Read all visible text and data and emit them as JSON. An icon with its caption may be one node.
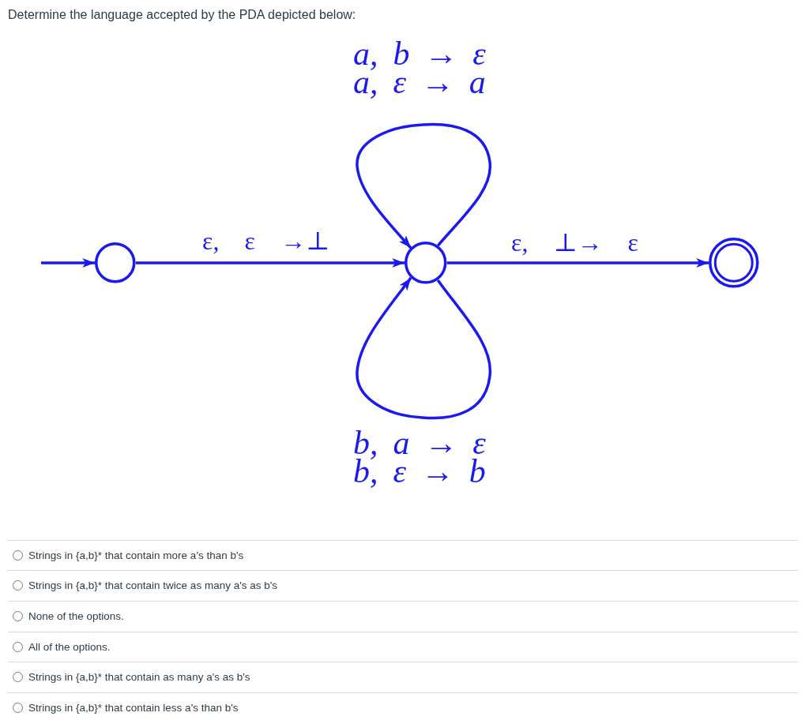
{
  "diagram": {
    "title": "Determine the language accepted by the PDA depicted below:",
    "nodes": [
      {
        "text": [],
        "shape": "circle"
      },
      {
        "text": [],
        "shape": "circle"
      },
      {
        "text": [],
        "shape": "circle"
      }
    ],
    "edges": [
      {
        "from": null,
        "to": 0,
        "arrow": "to"
      },
      {
        "from": 0,
        "to": 1,
        "arrow": "to",
        "label": "ε, ε →⊥"
      },
      {
        "from": 1,
        "to": 1,
        "arrow": "to",
        "label": "a, b → ε a, ε → a"
      },
      {
        "from": 1,
        "to": 1,
        "arrow": "to",
        "label": "b, a → ε b, ε → b"
      },
      {
        "from": 1,
        "to": 2,
        "arrow": "to",
        "label": "ε, ⊥→ ε"
      }
    ],
    "labels": [
      "Strings in {a,b}* that contain more a's than b's",
      "Strings in {a,b}* that contain twice as many a's as b's",
      "None of the options.",
      "All of the options.",
      "Strings in {a,b}* that contain as many a's as b's",
      "Strings in {a,b}* that contain less a's than b's"
    ]
  }
}
